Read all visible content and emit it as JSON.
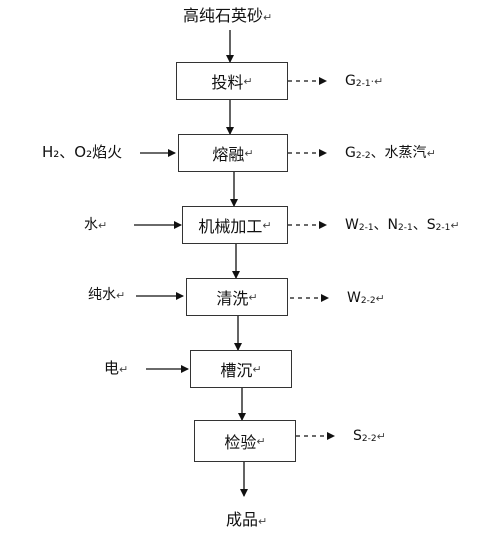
{
  "raw_material": "高纯石英砂",
  "steps": [
    {
      "name": "投料"
    },
    {
      "name": "熔融"
    },
    {
      "name": "机械加工"
    },
    {
      "name": "清洗"
    },
    {
      "name": "槽沉"
    },
    {
      "name": "检验"
    }
  ],
  "inputs": {
    "fire_label": "H₂、O₂焰火",
    "water": "水",
    "pure_water": "纯水",
    "electricity": "电"
  },
  "outputs": {
    "feed": {
      "letter": "G",
      "sub": "2-1",
      "suffix": ""
    },
    "melt": {
      "letter": "G",
      "sub": "2-2",
      "suffix": "、水蒸汽"
    },
    "machining_w": {
      "letter": "W",
      "sub": "2-1"
    },
    "machining_n": {
      "letter": "N",
      "sub": "2-1"
    },
    "machining_s": {
      "letter": "S",
      "sub": "2-1"
    },
    "wash": {
      "letter": "W",
      "sub": "2-2"
    },
    "inspect": {
      "letter": "S",
      "sub": "2-2"
    }
  },
  "product": "成品",
  "sep": "、"
}
